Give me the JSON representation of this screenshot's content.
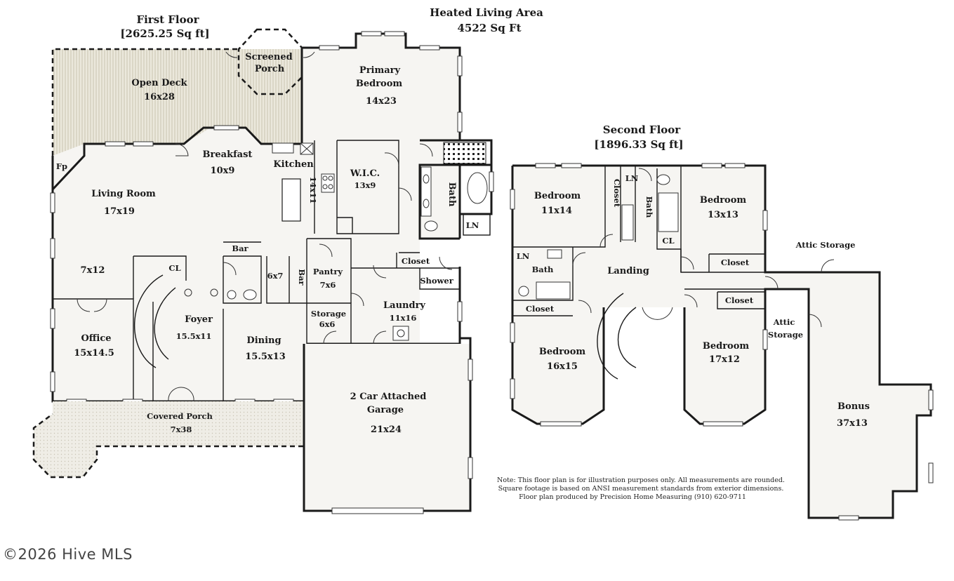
{
  "headers": {
    "heated_title": "Heated Living Area",
    "heated_sqft": "4522 Sq Ft",
    "first_floor_title": "First Floor",
    "first_floor_sqft": "[2625.25 Sq ft]",
    "second_floor_title": "Second Floor",
    "second_floor_sqft": "[1896.33 Sq ft]"
  },
  "first_floor": {
    "screened_porch": {
      "name1": "Screened",
      "name2": "Porch"
    },
    "open_deck": {
      "name": "Open Deck",
      "size": "16x28"
    },
    "primary_bedroom": {
      "name1": "Primary",
      "name2": "Bedroom",
      "size": "14x23"
    },
    "breakfast": {
      "name": "Breakfast",
      "size": "10x9"
    },
    "kitchen": {
      "name": "Kitchen",
      "size": "14x11"
    },
    "wic": {
      "name": "W.I.C.",
      "size": "13x9"
    },
    "primary_bath": {
      "name": "Bath"
    },
    "primary_ln": {
      "name": "LN"
    },
    "fireplace": {
      "name": "Fp"
    },
    "living_room": {
      "name": "Living Room",
      "size": "17x19"
    },
    "nook": {
      "size": "7x12"
    },
    "cl": {
      "name": "CL"
    },
    "bar1": {
      "name": "Bar"
    },
    "bar2": {
      "name": "Bar"
    },
    "half_bath": {
      "size": "6x7"
    },
    "pantry": {
      "name": "Pantry",
      "size": "7x6"
    },
    "closet": {
      "name": "Closet"
    },
    "shower": {
      "name": "Shower"
    },
    "office": {
      "name": "Office",
      "size": "15x14.5"
    },
    "foyer": {
      "name": "Foyer",
      "size": "15.5x11"
    },
    "dining": {
      "name": "Dining",
      "size": "15.5x13"
    },
    "storage": {
      "name": "Storage",
      "size": "6x6"
    },
    "laundry": {
      "name": "Laundry",
      "size": "11x16"
    },
    "garage": {
      "name1": "2 Car Attached",
      "name2": "Garage",
      "size": "21x24"
    },
    "covered_porch": {
      "name": "Covered Porch",
      "size": "7x38"
    }
  },
  "second_floor": {
    "bedroom_a": {
      "name": "Bedroom",
      "size": "11x14"
    },
    "closet_a": {
      "name": "Closet"
    },
    "ln_a": {
      "name": "LN"
    },
    "bath_a": {
      "name": "Bath"
    },
    "cl_a": {
      "name": "CL"
    },
    "bedroom_b": {
      "name": "Bedroom",
      "size": "13x13"
    },
    "closet_b": {
      "name": "Closet"
    },
    "attic_storage_1": {
      "name": "Attic Storage"
    },
    "ln_b": {
      "name": "LN"
    },
    "bath_b": {
      "name": "Bath"
    },
    "landing": {
      "name": "Landing"
    },
    "closet_c": {
      "name": "Closet"
    },
    "closet_d": {
      "name": "Closet"
    },
    "attic_storage_2": {
      "name1": "Attic",
      "name2": "Storage"
    },
    "bedroom_c": {
      "name": "Bedroom",
      "size": "16x15"
    },
    "bedroom_d": {
      "name": "Bedroom",
      "size": "17x12"
    },
    "bonus": {
      "name": "Bonus",
      "size": "37x13"
    }
  },
  "note": {
    "line1": "Note: This floor plan is for illustration purposes only. All measurements are rounded.",
    "line2": "Square footage is based on ANSI measurement standards from exterior dimensions.",
    "line3": "Floor plan produced by Precision Home Measuring (910) 620-9711"
  },
  "watermark": "©2026 Hive MLS"
}
